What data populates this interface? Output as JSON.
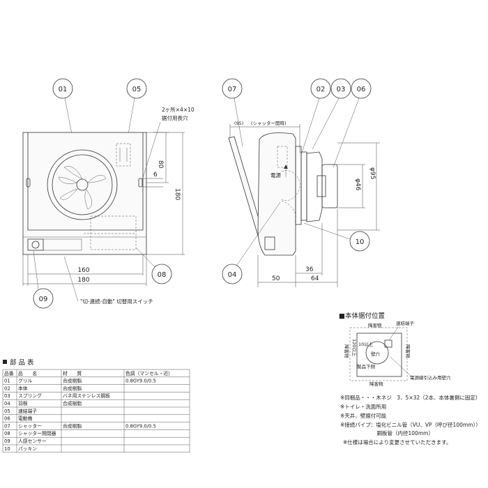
{
  "front_view": {
    "callouts": [
      "01",
      "05",
      "08",
      "09"
    ],
    "slot_note_line1": "2ヶ所×4×10",
    "slot_note_line2": "据付用長穴",
    "dim_80": "80",
    "dim_6": "6",
    "dim_180": "180",
    "dim_160": "160",
    "dim_180w": "180",
    "switch_label": "\"切-連続-自動\" 切替用スイッチ"
  },
  "side_view": {
    "callouts": [
      "07",
      "02",
      "03",
      "06",
      "10",
      "04"
    ],
    "dim_95": "(95)",
    "shutter_open_label": "(シャッター開時)",
    "power_label": "電源",
    "dia_95": "φ95",
    "dia_46": "φ46",
    "dim_36": "36",
    "dim_50": "50",
    "dim_64": "64"
  },
  "mounting": {
    "title": "■本体据付位置",
    "obstacle_top": "障害物",
    "junction": "速結端子",
    "obstacle_left": "障害物",
    "obstacle_right": "障害物",
    "dim_120": "120以上",
    "dim_10": "10以上",
    "wall_hole": "壁穴",
    "product_bottom": "製品下側",
    "power_hole": "電源線引込み用壁穴",
    "obstacle_bottom": "障害物",
    "notes": [
      "※同梱品・・・木ネジ　3．5×32（2本、本体裏側に固定）",
      "※トイレ・洗面所用",
      "※天井、壁据付可能",
      "※接続パイプ：塩化ビニル管（VU、VP（呼び径100mm））",
      "　　　　　　　鋼板管（内径100mm）",
      "※仕様は場合により変更させていただきます。"
    ]
  },
  "parts_table": {
    "title": "部 品 表",
    "headers": [
      "品番",
      "品　　名",
      "材　　質",
      "色調（マンセル・近）"
    ],
    "rows": [
      [
        "01",
        "グリル",
        "合成樹脂",
        "0.8GY9.0/0.5"
      ],
      [
        "02",
        "本体",
        "合成樹脂",
        ""
      ],
      [
        "03",
        "スプリング",
        "バネ用ステンレス鋼板",
        ""
      ],
      [
        "04",
        "羽根",
        "合成樹脂",
        ""
      ],
      [
        "05",
        "速結端子",
        "",
        ""
      ],
      [
        "06",
        "電動機",
        "",
        ""
      ],
      [
        "07",
        "シャッター",
        "合成樹脂",
        "0.8GY9.0/0.5"
      ],
      [
        "08",
        "シャッター開閉器",
        "",
        ""
      ],
      [
        "09",
        "人感センサー",
        "",
        ""
      ],
      [
        "10",
        "パッキン",
        "",
        ""
      ]
    ]
  }
}
